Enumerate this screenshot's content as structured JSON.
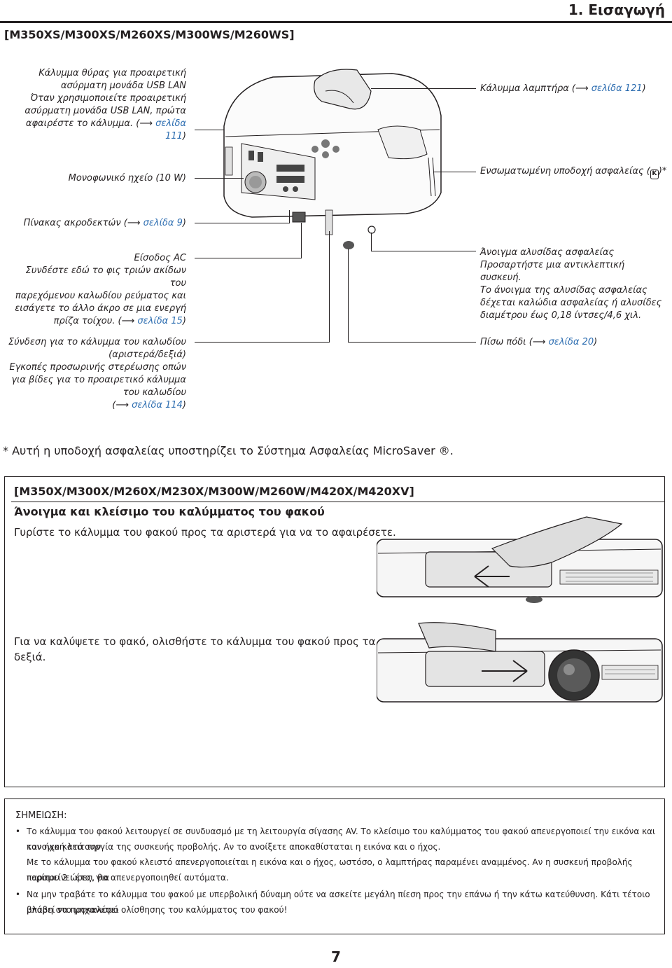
{
  "header": {
    "chapter": "1. Εισαγωγή",
    "model_title": "[M350XS/M300XS/M260XS/M300WS/M260WS]"
  },
  "rear_callouts": {
    "usb_cover": {
      "lines": [
        "Κάλυμμα θύρας για προαιρετική",
        "ασύρματη μονάδα USB LAN",
        "Όταν χρησιμοποιείτε προαιρετική",
        "ασύρματη μονάδα USB LAN, πρώτα"
      ],
      "last_prefix": "αφαιρέστε το κάλυμμα. (",
      "ref": "σελίδα 111",
      "ref_suffix": ")"
    },
    "speaker": "Μονοφωνικό ηχείο (10 W)",
    "terminal_panel": {
      "prefix": "Πίνακας ακροδεκτών (",
      "ref": "σελίδα 9",
      "suffix": ")"
    },
    "ac_input": {
      "lines": [
        "Είσοδος AC",
        "Συνδέστε εδώ το φις τριών ακίδων του",
        "παρεχόμενου καλωδίου ρεύματος και",
        "εισάγετε το άλλο άκρο σε μια ενεργή"
      ],
      "last_prefix": "πρίζα τοίχου. (",
      "ref": "σελίδα 15",
      "ref_suffix": ")"
    },
    "cable_cover": {
      "lines": [
        "Σύνδεση για το κάλυμμα του καλωδίου",
        "(αριστερά/δεξιά)",
        "Εγκοπές προσωρινής στερέωσης οπών",
        "για βίδες για το προαιρετικό κάλυμμα",
        "του καλωδίου"
      ],
      "last_prefix": "(",
      "ref": "σελίδα 114",
      "ref_suffix": ")"
    },
    "lamp_cover": {
      "prefix": "Κάλυμμα λαμπτήρα (",
      "ref": "σελίδα 121",
      "suffix": ")"
    },
    "security_slot": "Ενσωματωμένη υποδοχή ασφαλείας (",
    "security_slot_suffix": ")*",
    "chain_opening": {
      "lines": [
        "Άνοιγμα αλυσίδας ασφαλείας",
        "Προσαρτήστε μια αντικλεπτική",
        "συσκευή.",
        "Το άνοιγμα της αλυσίδας ασφαλείας",
        "δέχεται καλώδια ασφαλείας ή αλυσίδες",
        "διαμέτρου έως 0,18 ίντσες/4,6 χιλ."
      ]
    },
    "rear_foot": {
      "prefix": "Πίσω πόδι (",
      "ref": "σελίδα 20",
      "suffix": ")"
    }
  },
  "footnote": "*  Αυτή η υποδοχή ασφαλείας υποστηρίζει το Σύστημα Ασφαλείας MicroSaver ®.",
  "lens_section": {
    "model_title": "[M350X/M300X/M260X/M230X/M300W/M260W/M420X/M420XV]",
    "subtitle": "Άνοιγμα και κλείσιμο του καλύμματος του φακού",
    "open_text": "Γυρίστε το κάλυμμα του φακού προς τα αριστερά για να το αφαιρέσετε.",
    "close_text": [
      "Για να καλύψετε το φακό, ολισθήστε το κάλυμμα του φακού προς τα",
      "δεξιά."
    ]
  },
  "note": {
    "title": "ΣΗΜΕΙΩΣΗ:",
    "items": [
      {
        "lines": [
          "Το κάλυμμα του φακού λειτουργεί σε συνδυασμό με τη λειτουργία σίγασης AV. Το κλείσιμο του καλύμματος του φακού απενεργοποιεί την εικόνα και τον ήχο κατά την",
          "κανονική λειτουργία της συσκευής προβολής. Αν το ανοίξετε αποκαθίσταται η εικόνα και ο ήχος.",
          "Με το κάλυμμα του φακού κλειστό απενεργοποιείται η εικόνα και ο ήχος, ωστόσο, ο λαμπτήρας παραμένει αναμμένος. Αν η συσκευή προβολής παραμείνει έτσι για",
          "περίπου 2 ώρες, θα απενεργοποιηθεί αυτόματα."
        ]
      },
      {
        "lines": [
          "Να μην τραβάτε το κάλυμμα του φακού με υπερβολική δύναμη ούτε να ασκείτε μεγάλη πίεση προς την επάνω ή την κάτω κατεύθυνση. Κάτι τέτοιο μπορεί να προκαλέσει",
          "βλάβη στο μηχανισμό ολίσθησης του καλύμματος του φακού!"
        ]
      }
    ]
  },
  "page_number": "7",
  "colors": {
    "text": "#231f20",
    "page_ref": "#2b6cb0"
  }
}
